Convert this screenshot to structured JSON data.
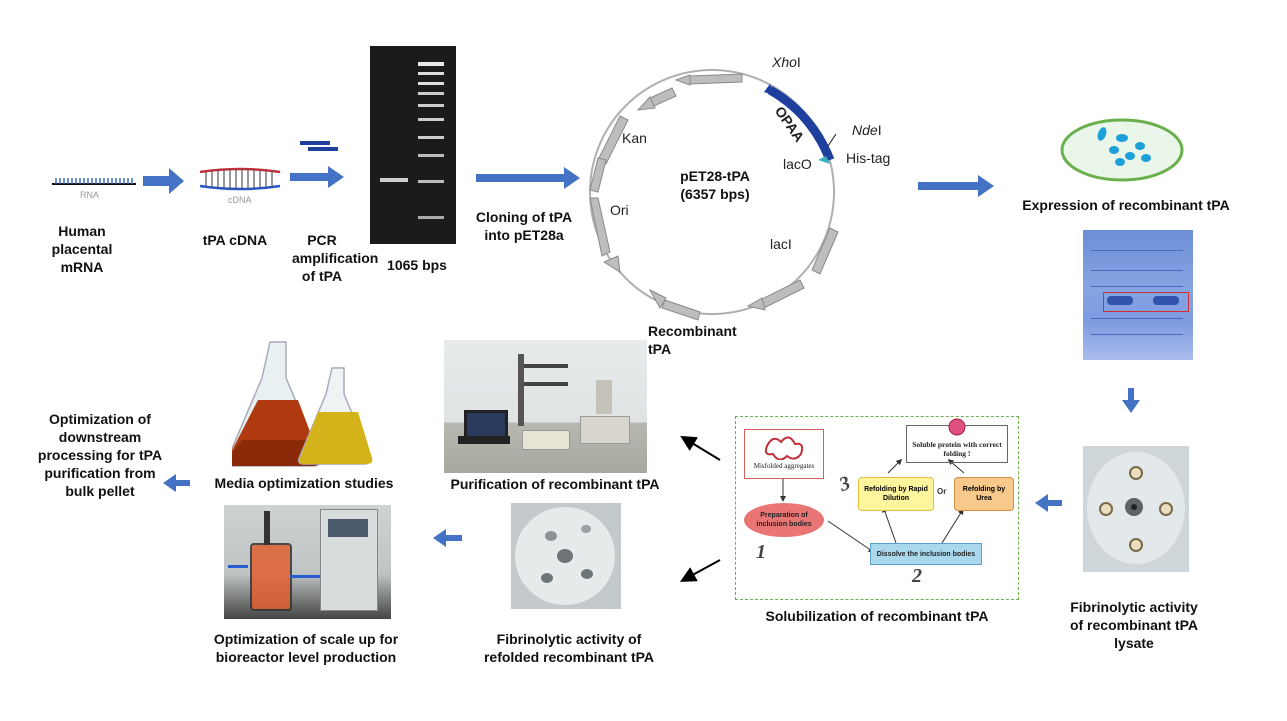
{
  "rna": {
    "strand_label": "RNA",
    "caption": "Human placental mRNA"
  },
  "cdna": {
    "strand_label": "cDNA",
    "caption": "tPA cDNA"
  },
  "pcr": {
    "caption": "PCR amplification of tPA"
  },
  "gel": {
    "caption": "1065 bps"
  },
  "cloning": {
    "caption": "Cloning of tPA into pET28a"
  },
  "plasmid": {
    "name": "pET28-tPA",
    "size": "(6357 bps)",
    "kan": "Kan",
    "ori": "Ori",
    "laci": "lacI",
    "laco": "lacO",
    "opaa": "OPAA",
    "xhoi_italic": "Xho",
    "xhoi_suffix": "I",
    "ndei_italic": "Nde",
    "ndei_suffix": "I",
    "his_tag": "His-tag",
    "caption": "Recombinant tPA"
  },
  "expression": {
    "caption": "Expression of recombinant tPA"
  },
  "fibrinolytic_lysate": {
    "caption": "Fibrinolytic activity of recombinant tPA lysate"
  },
  "solubilization": {
    "caption": "Solubilization of recombinant tPA",
    "misfolded": "Misfolded aggregates",
    "soluble": "Soluble protein with correct folding !",
    "preparation": "Preparation of inclusion bodies",
    "dissolve": "Dissolve the inclusion bodies",
    "rapid_dilution": "Refolding by Rapid Dilution",
    "or": "Or",
    "urea": "Refolding by Urea",
    "step1": "1",
    "step2": "2",
    "step3": "3"
  },
  "purification": {
    "caption": "Purification of recombinant tPA"
  },
  "fibrinolytic_refolded": {
    "caption": "Fibrinolytic activity of refolded recombinant tPA"
  },
  "media": {
    "caption": "Media optimization studies"
  },
  "scaleup": {
    "caption": "Optimization of scale up for bioreactor level production"
  },
  "downstream": {
    "caption": "Optimization of downstream processing for tPA purification from bulk pellet"
  },
  "colors": {
    "arrow_blue": "#4472c4",
    "opaa_blue": "#1f3f9f",
    "highlight_red": "#d03030",
    "dash_green": "#6ab04c"
  }
}
